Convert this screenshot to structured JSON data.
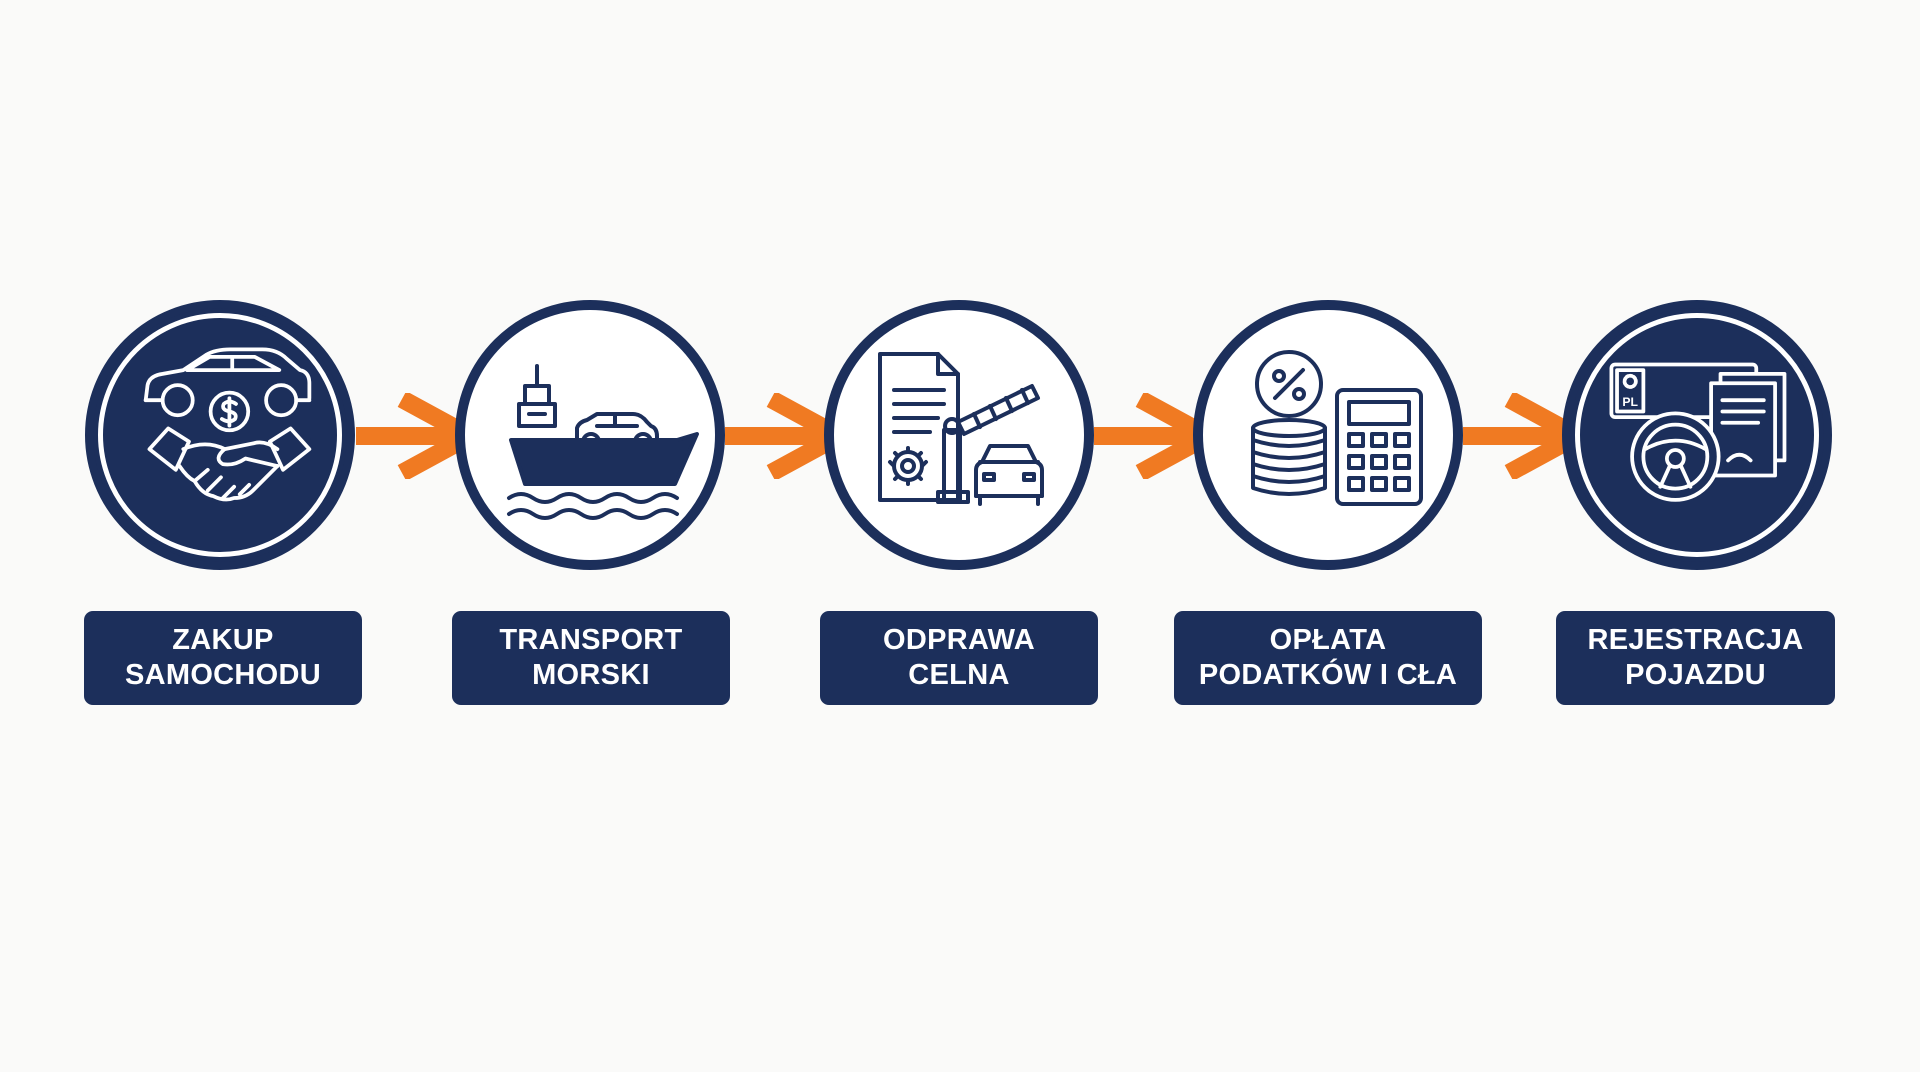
{
  "colors": {
    "navy": "#1c2f5b",
    "orange": "#f07a22",
    "background": "#fafaf9",
    "white": "#ffffff"
  },
  "steps": [
    {
      "label_line1": "ZAKUP",
      "label_line2": "SAMOCHODU",
      "icon": "car-purchase-handshake-icon",
      "circle_style": "filled"
    },
    {
      "label_line1": "TRANSPORT",
      "label_line2": "MORSKI",
      "icon": "cargo-ship-car-icon",
      "circle_style": "outlined"
    },
    {
      "label_line1": "ODPRAWA",
      "label_line2": "CELNA",
      "icon": "customs-document-barrier-icon",
      "circle_style": "outlined"
    },
    {
      "label_line1": "OPŁATA",
      "label_line2": "PODATKÓW I CŁA",
      "icon": "coins-calculator-percent-icon",
      "circle_style": "outlined"
    },
    {
      "label_line1": "REJESTRACJA",
      "label_line2": "POJAZDU",
      "icon": "plate-steering-documents-icon",
      "circle_style": "filled",
      "plate_text": "PL"
    }
  ],
  "connectors": [
    {
      "icon": "arrow-right-icon"
    },
    {
      "icon": "arrow-right-icon"
    },
    {
      "icon": "arrow-right-icon"
    },
    {
      "icon": "arrow-right-icon"
    }
  ]
}
